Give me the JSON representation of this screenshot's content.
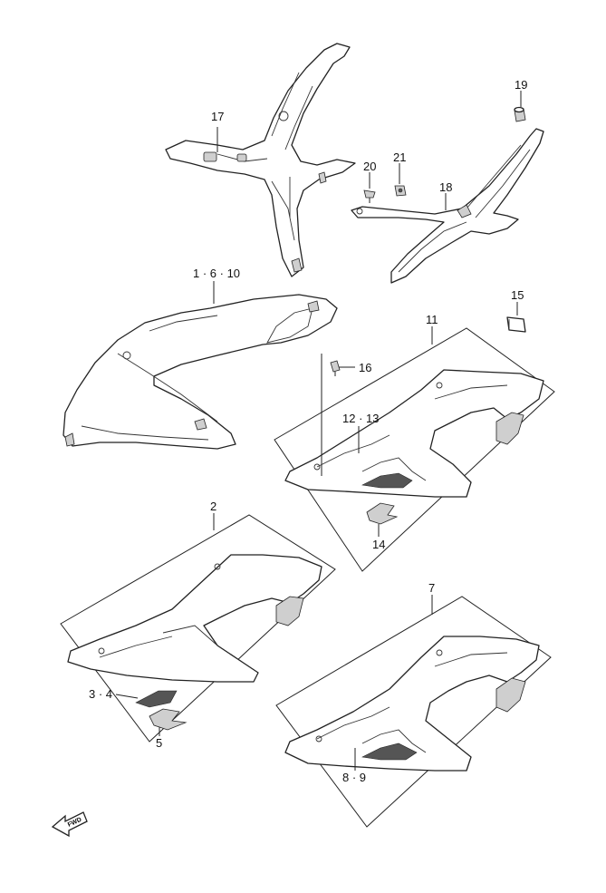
{
  "callouts": [
    {
      "id": "c17",
      "text": "17"
    },
    {
      "id": "c19",
      "text": "19"
    },
    {
      "id": "c20",
      "text": "20"
    },
    {
      "id": "c21",
      "text": "21"
    },
    {
      "id": "c18",
      "text": "18"
    },
    {
      "id": "c1610",
      "text": "1 · 6 · 10"
    },
    {
      "id": "c15",
      "text": "15"
    },
    {
      "id": "c11",
      "text": "11"
    },
    {
      "id": "c16",
      "text": "16"
    },
    {
      "id": "c1213",
      "text": "12 · 13"
    },
    {
      "id": "c14",
      "text": "14"
    },
    {
      "id": "c2",
      "text": "2"
    },
    {
      "id": "c7",
      "text": "7"
    },
    {
      "id": "c34",
      "text": "3 · 4"
    },
    {
      "id": "c5",
      "text": "5"
    },
    {
      "id": "c89",
      "text": "8 · 9"
    }
  ],
  "fwd_label": "FWD"
}
